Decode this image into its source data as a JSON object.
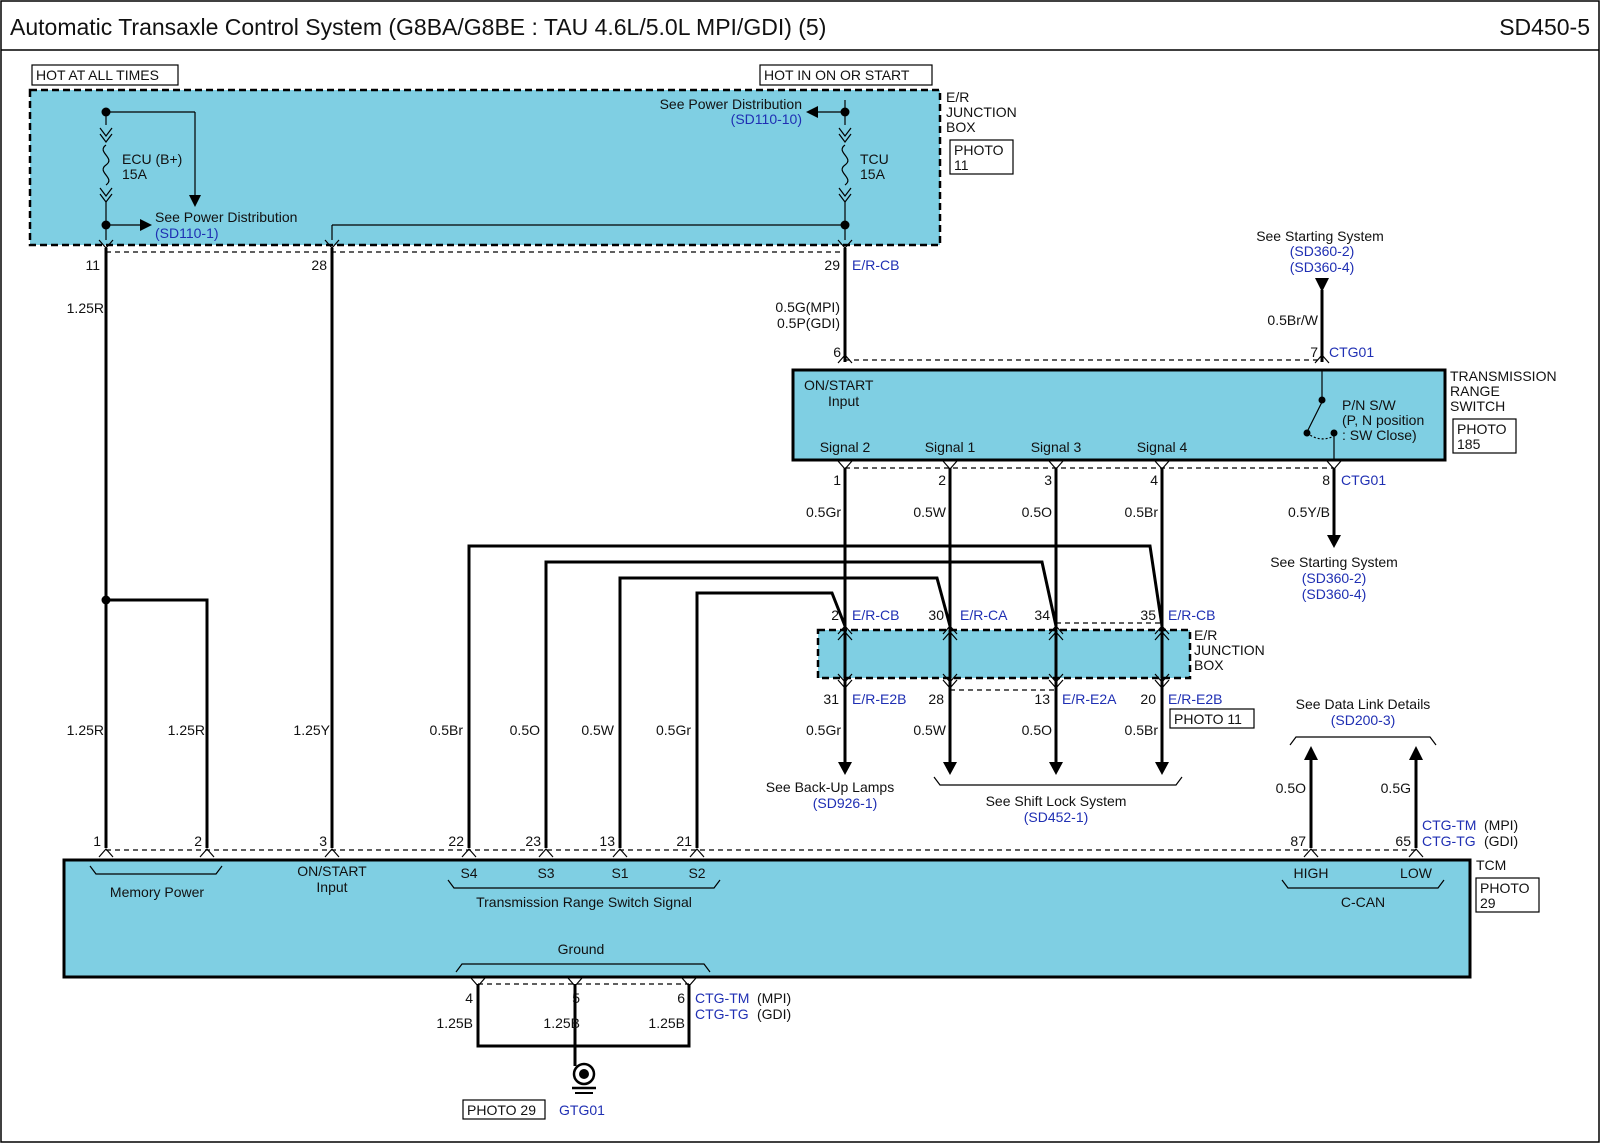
{
  "header": {
    "title": "Automatic Transaxle Control System (G8BA/G8BE : TAU 4.6L/5.0L MPI/GDI) (5)",
    "code": "SD450-5"
  },
  "power": {
    "hot_at_all_times": "HOT AT ALL TIMES",
    "hot_in_on_or_start": "HOT IN ON OR START",
    "fuse1_name": "ECU (B+)",
    "fuse1_rating": "15A",
    "fuse2_name": "TCU",
    "fuse2_rating": "15A",
    "see_power_dist": "See Power Distribution",
    "ref_sd110_1": "(SD110-1)",
    "ref_sd110_10": "(SD110-10)",
    "junction_top": [
      "E/R",
      "JUNCTION",
      "BOX"
    ],
    "photo_label": "PHOTO",
    "photo_11_num": "11",
    "pin11": "11",
    "pin28": "28",
    "pin29": "29",
    "connector_ercb": "E/R-CB"
  },
  "wires": {
    "w1_25r": "1.25R",
    "w1_25y": "1.25Y",
    "w05g_mpi": "0.5G(MPI)",
    "w05p_gdi": "0.5P(GDI)",
    "w05brw": "0.5Br/W",
    "w05yb": "0.5Y/B",
    "w05gr": "0.5Gr",
    "w05w": "0.5W",
    "w05o": "0.5O",
    "w05br": "0.5Br",
    "w05g": "0.5G",
    "w125b": "1.25B"
  },
  "trs": {
    "name": [
      "TRANSMISSION",
      "RANGE",
      "SWITCH"
    ],
    "photo_num": "185",
    "on_start": "ON/START",
    "input": "Input",
    "pn_sw": "P/N S/W",
    "pn_pos": "(P, N position",
    "pn_close": ": SW Close)",
    "signals": [
      "Signal 2",
      "Signal 1",
      "Signal 3",
      "Signal 4"
    ],
    "pins_bottom": [
      "1",
      "2",
      "3",
      "4"
    ],
    "pin6": "6",
    "pin7": "7",
    "pin8": "8",
    "ctg01": "CTG01",
    "see_starting": "See Starting System",
    "ref_sd360_2": "(SD360-2)",
    "ref_sd360_4": "(SD360-4)"
  },
  "junction2": {
    "pins_top": [
      "2",
      "30",
      "34",
      "35"
    ],
    "conn_top": [
      "E/R-CB",
      "E/R-CA",
      "E/R-CB"
    ],
    "pins_bottom": [
      "31",
      "28",
      "13",
      "20"
    ],
    "conn_bottom": [
      "E/R-E2B",
      "E/R-E2A",
      "E/R-E2B"
    ],
    "photo_11": "PHOTO 11",
    "see_backup": "See Back-Up Lamps",
    "ref_sd926": "(SD926-1)",
    "see_shift": "See Shift Lock System",
    "ref_sd452": "(SD452-1)",
    "see_datalink": "See Data Link Details",
    "ref_sd200": "(SD200-3)"
  },
  "tcm": {
    "name": "TCM",
    "photo_num": "29",
    "pins_top": [
      "1",
      "2",
      "3",
      "22",
      "23",
      "13",
      "21",
      "87",
      "65"
    ],
    "memory_power": "Memory Power",
    "on_start": "ON/START",
    "input": "Input",
    "signals": [
      "S4",
      "S3",
      "S1",
      "S2"
    ],
    "trs_signal": "Transmission Range Switch Signal",
    "high": "HIGH",
    "low": "LOW",
    "ccan": "C-CAN",
    "ctg_tm": "CTG-TM",
    "ctg_tg": "CTG-TG",
    "mpi": "(MPI)",
    "gdi": "(GDI)",
    "ground": "Ground",
    "gnd_pins": [
      "4",
      "5",
      "6"
    ],
    "photo_29": "PHOTO 29",
    "gtg01": "GTG01"
  }
}
